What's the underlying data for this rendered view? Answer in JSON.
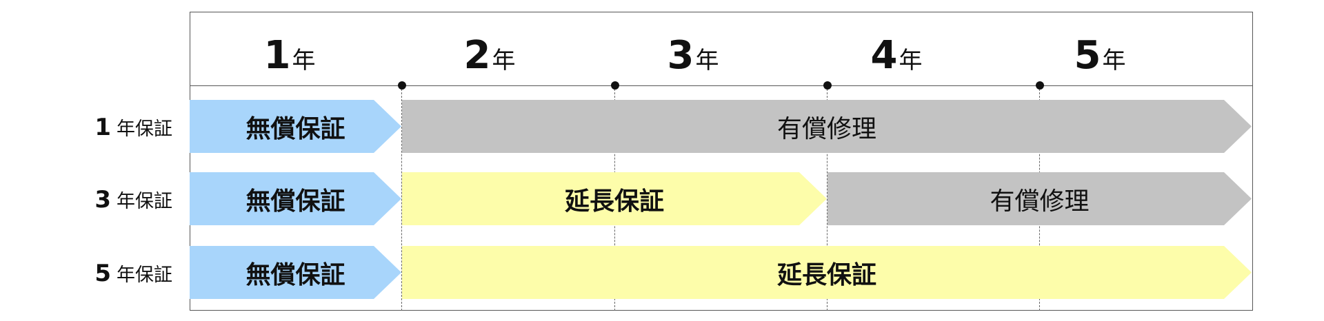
{
  "header": {
    "years": [
      {
        "num": "1",
        "unit": "年"
      },
      {
        "num": "2",
        "unit": "年"
      },
      {
        "num": "3",
        "unit": "年"
      },
      {
        "num": "4",
        "unit": "年"
      },
      {
        "num": "5",
        "unit": "年"
      }
    ]
  },
  "rows": [
    {
      "label_num": "1",
      "label_text": "年保証",
      "segments": [
        {
          "text": "無償保証",
          "kind": "free",
          "bold": true
        },
        {
          "text": "有償修理",
          "kind": "paid",
          "bold": false
        }
      ]
    },
    {
      "label_num": "3",
      "label_text": "年保証",
      "segments": [
        {
          "text": "無償保証",
          "kind": "free",
          "bold": true
        },
        {
          "text": "延長保証",
          "kind": "extended",
          "bold": true
        },
        {
          "text": "有償修理",
          "kind": "paid",
          "bold": false
        }
      ]
    },
    {
      "label_num": "5",
      "label_text": "年保証",
      "segments": [
        {
          "text": "無償保証",
          "kind": "free",
          "bold": true
        },
        {
          "text": "延長保証",
          "kind": "extended",
          "bold": true
        }
      ]
    }
  ],
  "colors": {
    "free": "#a8d5fb",
    "paid": "#c3c3c3",
    "extended": "#fdfdaa"
  }
}
